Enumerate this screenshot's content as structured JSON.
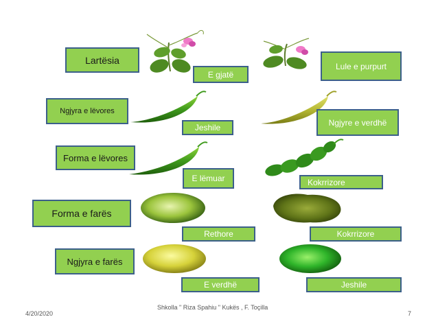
{
  "labels": {
    "height": "Lartësia",
    "tall": "E gjatë",
    "flower_color": "Lule  e purpurt",
    "pod_color": "Ngjyra e  lëvores",
    "green_pod": "Jeshile",
    "yellow_pod": "Ngjyre e verdhë",
    "pod_shape": "Forma e lëvores",
    "smooth": "E lëmuar",
    "wrinkled_pod": "Kokrrizore",
    "seed_shape": "Forma e farës",
    "round": "Rethore",
    "wrinkled_seed": "Kokrrizore",
    "seed_color": "Ngjyra e farës",
    "yellow_seed": "E verdhë",
    "green_seed": "Jeshile"
  },
  "footer": {
    "date": "4/20/2020",
    "credit": "Shkolla \" Riza Spahiu \"  Kukës  ,  F. Toçilla",
    "page_number": "7"
  },
  "colors": {
    "label_fill": "#92d050",
    "label_border": "#3b5f8a"
  }
}
